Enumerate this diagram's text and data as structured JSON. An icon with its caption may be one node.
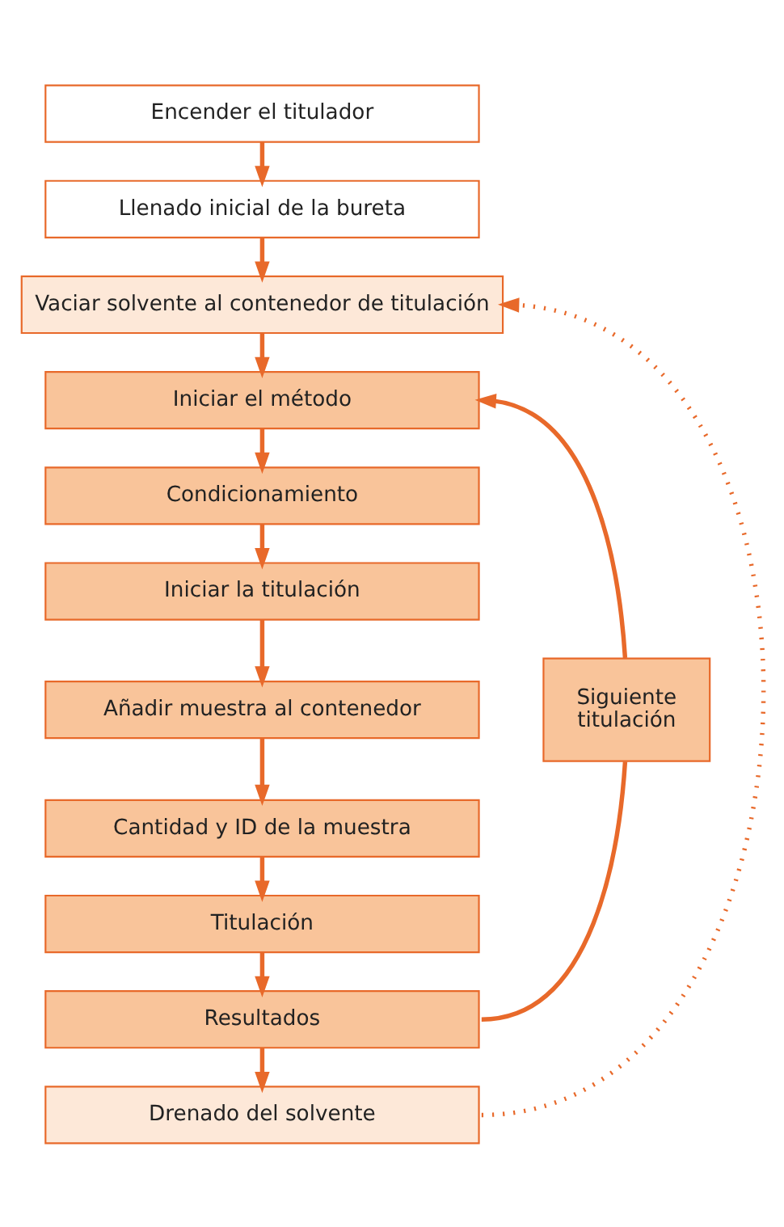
{
  "diagram": {
    "nodes": [
      {
        "text": [
          "Encender el titulador"
        ]
      },
      {
        "text": [
          "Llenado inicial de la bureta"
        ]
      },
      {
        "text": [
          "Vaciar solvente al contenedor de titulación"
        ]
      },
      {
        "text": [
          "Iniciar el método"
        ]
      },
      {
        "text": [
          "Condicionamiento"
        ]
      },
      {
        "text": [
          "Iniciar la titulación"
        ]
      },
      {
        "text": [
          "Añadir muestra al contenedor"
        ]
      },
      {
        "text": [
          "Cantidad y ID de la muestra"
        ]
      },
      {
        "text": [
          "Titulación"
        ]
      },
      {
        "text": [
          "Resultados"
        ]
      },
      {
        "text": [
          "Drenado del solvente"
        ]
      },
      {
        "text": [
          "Siguiente titulación"
        ]
      }
    ],
    "edges": [
      {
        "from": 0,
        "to": 1,
        "arrow": "to"
      },
      {
        "from": 1,
        "to": 2,
        "arrow": "to"
      },
      {
        "from": 2,
        "to": 3,
        "arrow": "to"
      },
      {
        "from": 3,
        "to": 4,
        "arrow": "to"
      },
      {
        "from": 4,
        "to": 5,
        "arrow": "to"
      },
      {
        "from": 5,
        "to": 6,
        "arrow": "to"
      },
      {
        "from": 6,
        "to": 7,
        "arrow": "to"
      },
      {
        "from": 7,
        "to": 8,
        "arrow": "to"
      },
      {
        "from": 8,
        "to": 9,
        "arrow": "to"
      },
      {
        "from": 9,
        "to": 10,
        "arrow": "to"
      },
      {
        "from": 9,
        "to": 11,
        "arrow": "none"
      },
      {
        "from": 11,
        "to": 3,
        "arrow": "to"
      },
      {
        "from": 10,
        "to": 2,
        "arrow": "to",
        "style": "dashed"
      }
    ]
  }
}
